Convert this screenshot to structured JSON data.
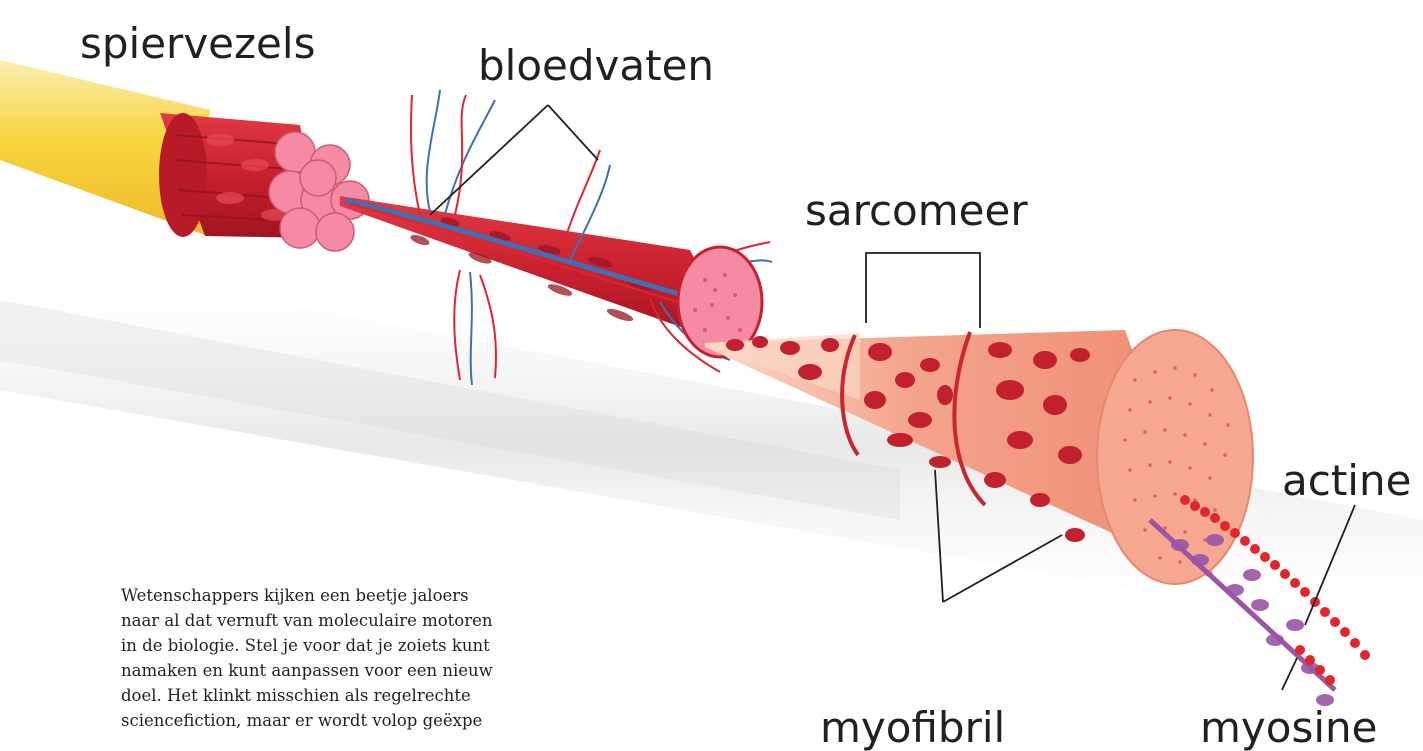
{
  "labels": {
    "spiervezels": "spiervezels",
    "bloedvaten": "bloedvaten",
    "sarcomeer": "sarcomeer",
    "actine": "actine",
    "myofibril": "myofibril",
    "myosine": "myosine"
  },
  "body_text": "Wetenschappers kijken een beetje jaloers\nnaar al dat vernuft van moleculaire motoren\nin de biologie. Stel je voor dat je zoiets kunt\nnamaken en kunt aanpassen voor een nieuw\ndoel. Het klinkt misschien als regelrechte\nsciencefiction, maar er wordt volop geëxpe",
  "colors": {
    "muscle_red": "#c8202e",
    "muscle_dark": "#9a1620",
    "fiber_pink": "#f48aa3",
    "tendon_yellow": "#f6dd5e",
    "vessel_blue": "#3f6fb5",
    "vessel_red": "#e0252e",
    "myofibril_peach": "#f1917c",
    "actin_red": "#e3262d",
    "myosin_purple": "#9a55a5",
    "text": "#231f20"
  }
}
